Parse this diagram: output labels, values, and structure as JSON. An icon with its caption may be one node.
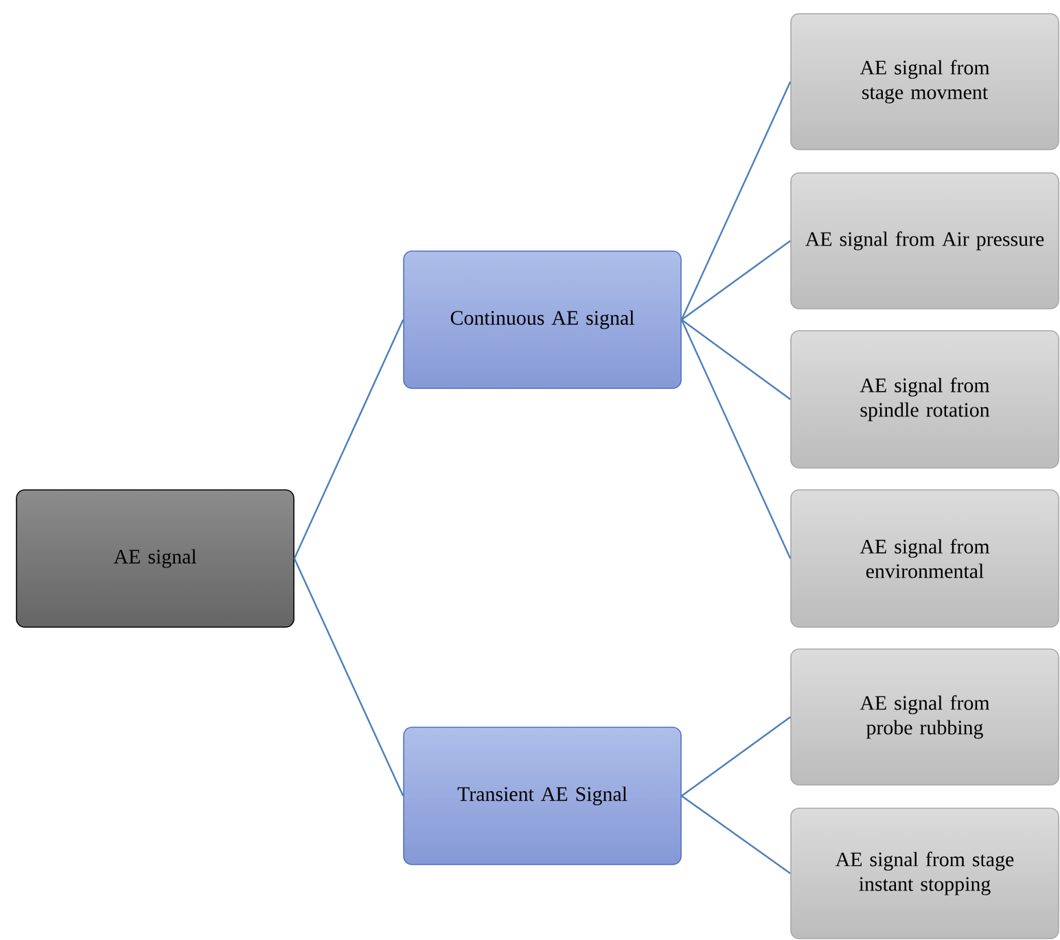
{
  "diagram": {
    "nodes": [
      {
        "text": [
          "AE signal"
        ]
      },
      {
        "text": [
          "Continuous AE signal"
        ]
      },
      {
        "text": [
          "AE signal from stage movment"
        ]
      },
      {
        "text": [
          "AE signal from Air pressure"
        ]
      },
      {
        "text": [
          "AE signal from spindle rotation"
        ]
      },
      {
        "text": [
          "AE signal from environmental"
        ]
      },
      {
        "text": [
          "Transient AE Signal"
        ]
      },
      {
        "text": [
          "AE signal from probe rubbing"
        ]
      },
      {
        "text": [
          "AE signal from stage instant stopping"
        ]
      }
    ],
    "edges": [
      {
        "from": 0,
        "to": 1,
        "arrow": "none"
      },
      {
        "from": 0,
        "to": 6,
        "arrow": "none"
      },
      {
        "from": 1,
        "to": 2,
        "arrow": "none"
      },
      {
        "from": 1,
        "to": 3,
        "arrow": "none"
      },
      {
        "from": 1,
        "to": 4,
        "arrow": "none"
      },
      {
        "from": 1,
        "to": 5,
        "arrow": "none"
      },
      {
        "from": 6,
        "to": 7,
        "arrow": "none"
      },
      {
        "from": 6,
        "to": 8,
        "arrow": "none"
      }
    ]
  }
}
